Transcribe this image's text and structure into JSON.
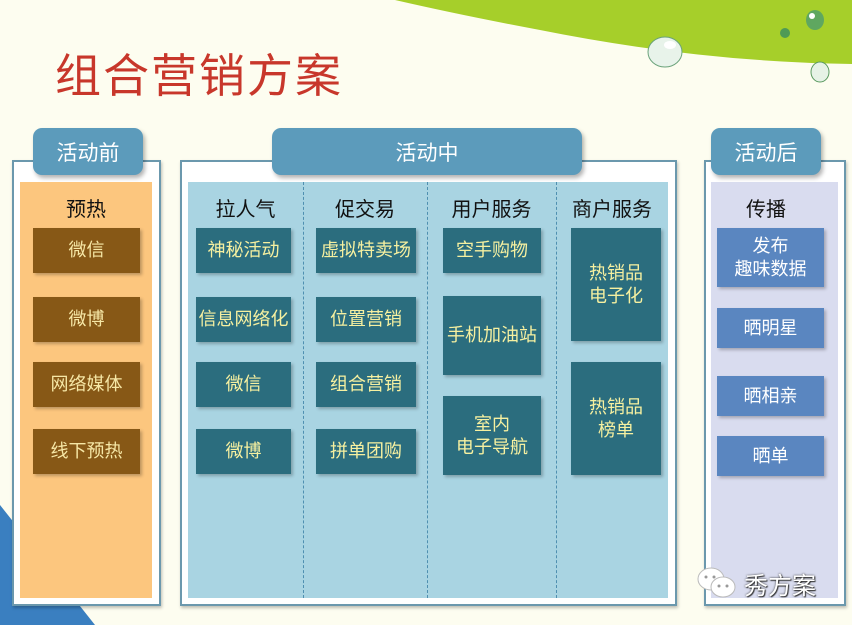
{
  "title": "组合营销方案",
  "phases": {
    "before": {
      "tab": "活动前",
      "header": "预热",
      "items": [
        "微信",
        "微博",
        "网络媒体",
        "线下预热"
      ]
    },
    "during": {
      "tab": "活动中",
      "columns": [
        {
          "header": "拉人气",
          "items": [
            "神秘活动",
            "信息网络化",
            "微信",
            "微博"
          ]
        },
        {
          "header": "促交易",
          "items": [
            "虚拟特卖场",
            "位置营销",
            "组合营销",
            "拼单团购"
          ]
        },
        {
          "header": "用户服务",
          "items": [
            "空手购物",
            "手机加油站",
            "室内\n电子导航"
          ]
        },
        {
          "header": "商户服务",
          "items": [
            "热销品\n电子化",
            "热销品\n榜单"
          ]
        }
      ]
    },
    "after": {
      "tab": "活动后",
      "header": "传播",
      "items": [
        "发布\n趣味数据",
        "晒明星",
        "晒相亲",
        "晒单"
      ]
    }
  },
  "watermark": "秀方案",
  "colors": {
    "title": "#c8372b",
    "tab": "#5c9bbb",
    "orange_panel": "#fcc67e",
    "brown_box": "#875816",
    "blue_panel": "#a9d4e2",
    "teal_box": "#2b6d7e",
    "purple_panel": "#d9dcef",
    "purple_box": "#5a86c0",
    "swoosh": "#a6cf2a"
  }
}
